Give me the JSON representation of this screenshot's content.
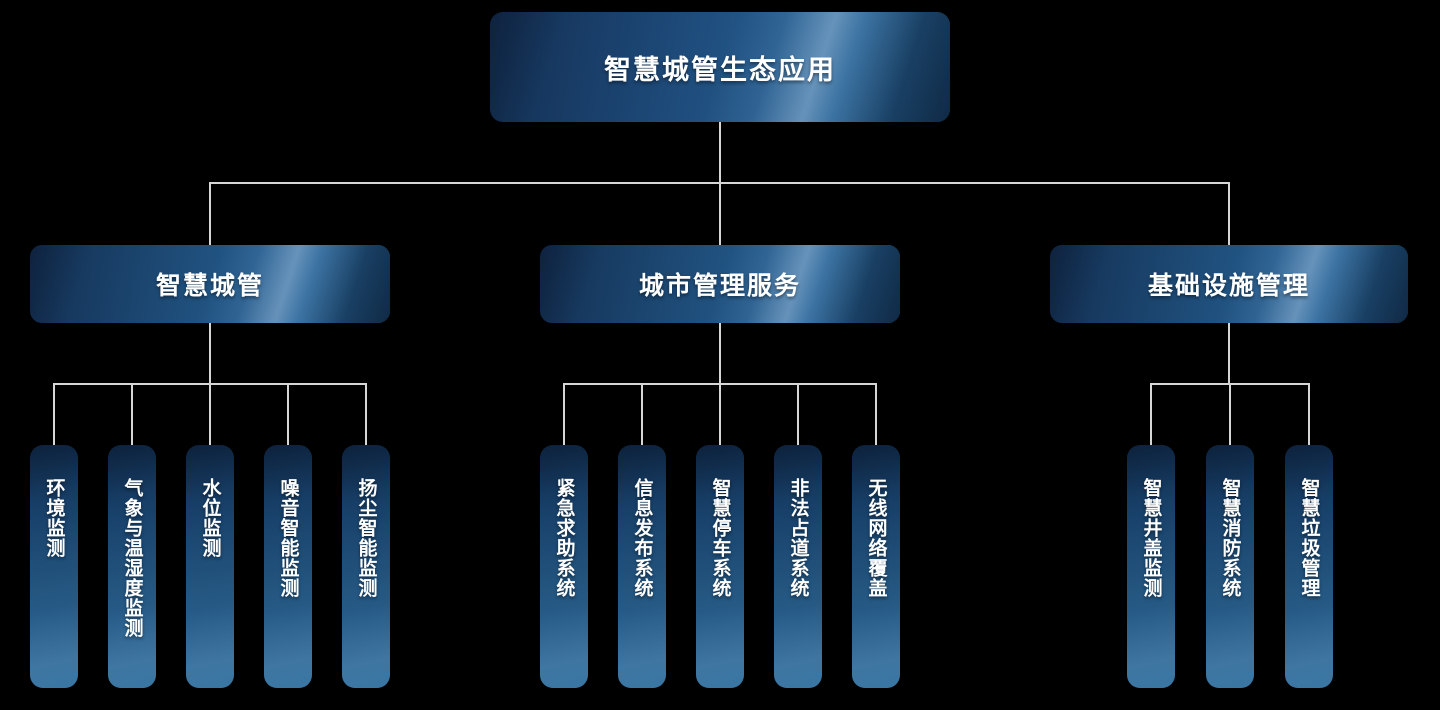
{
  "root": {
    "label": "智慧城管生态应用"
  },
  "groups": [
    {
      "label": "智慧城管",
      "children": [
        "环境监测",
        "气象与温湿度监测",
        "水位监测",
        "噪音智能监测",
        "扬尘智能监测"
      ]
    },
    {
      "label": "城市管理服务",
      "children": [
        "紧急求助系统",
        "信息发布系统",
        "智慧停车系统",
        "非法占道系统",
        "无线网络覆盖"
      ]
    },
    {
      "label": "基础设施管理",
      "children": [
        "智慧井盖监测",
        "智慧消防系统",
        "智慧垃圾管理"
      ]
    }
  ],
  "colors": {
    "background": "#000000",
    "node_gradient_dark": "#132f52",
    "node_gradient_light": "#2e6a9b",
    "connector_line": "#d6d6d6",
    "text": "#ffffff"
  }
}
